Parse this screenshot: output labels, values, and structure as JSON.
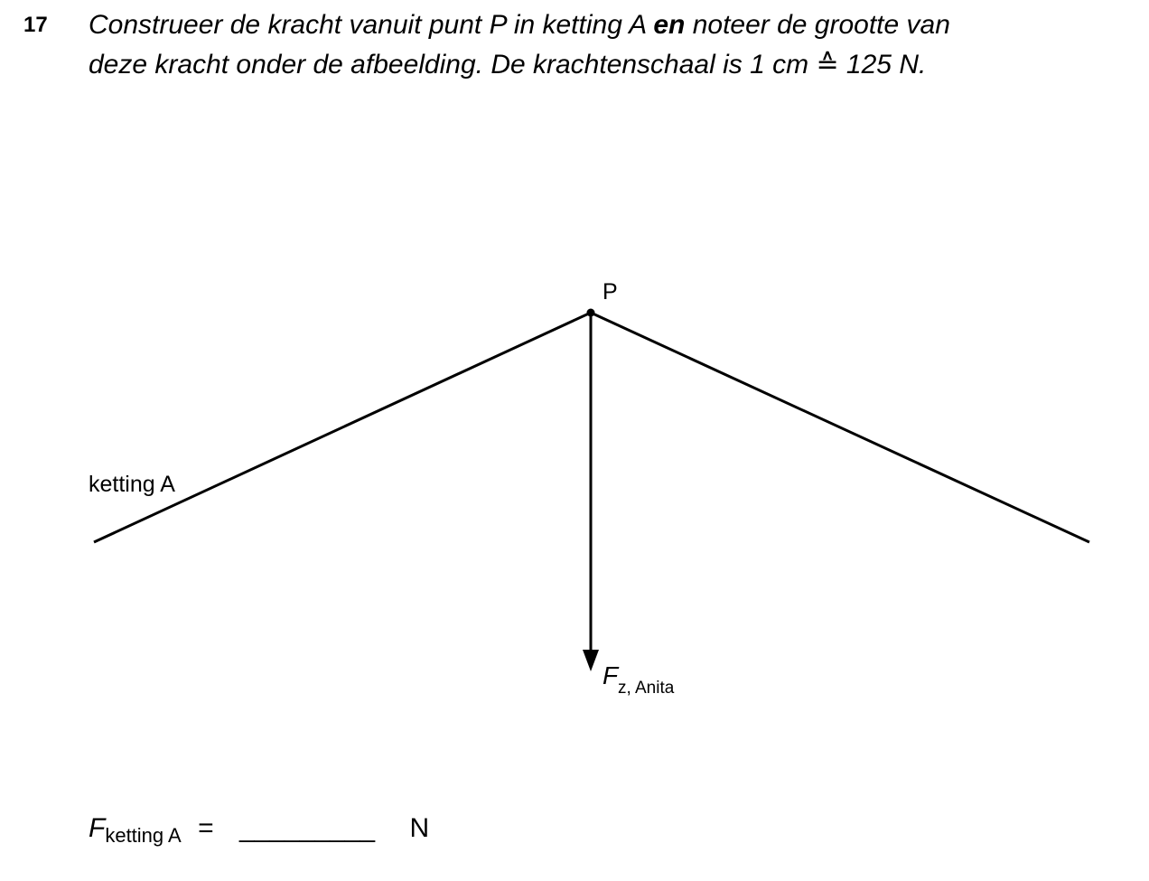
{
  "question": {
    "number": "17",
    "line1_before": "Construeer de kracht vanuit punt P in ketting A ",
    "line1_bold": "en",
    "line1_after": " noteer de grootte van",
    "line2": "deze kracht onder de afbeelding. De krachtenschaal is 1 cm ≙ 125 N."
  },
  "diagram": {
    "point_label": "P",
    "chain_label": "ketting A",
    "force_symbol": "F",
    "force_subscript": "z, Anita"
  },
  "answer": {
    "symbol": "F",
    "subscript": "ketting A",
    "equals": "=",
    "blank": "_________",
    "unit": "N"
  }
}
